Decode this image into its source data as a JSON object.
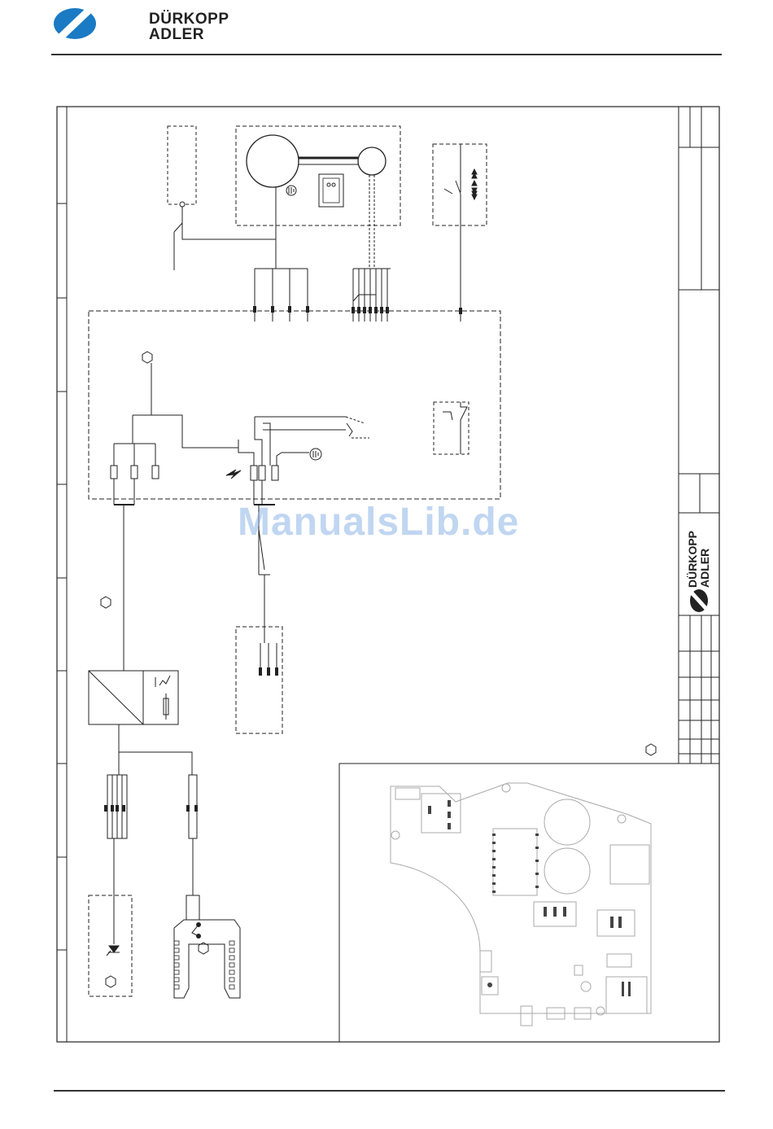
{
  "brand": {
    "line1": "DÜRKOPP",
    "line2": "ADLER",
    "mark_color": "#1a7ac4"
  },
  "watermark": "ManualsLib.de"
}
